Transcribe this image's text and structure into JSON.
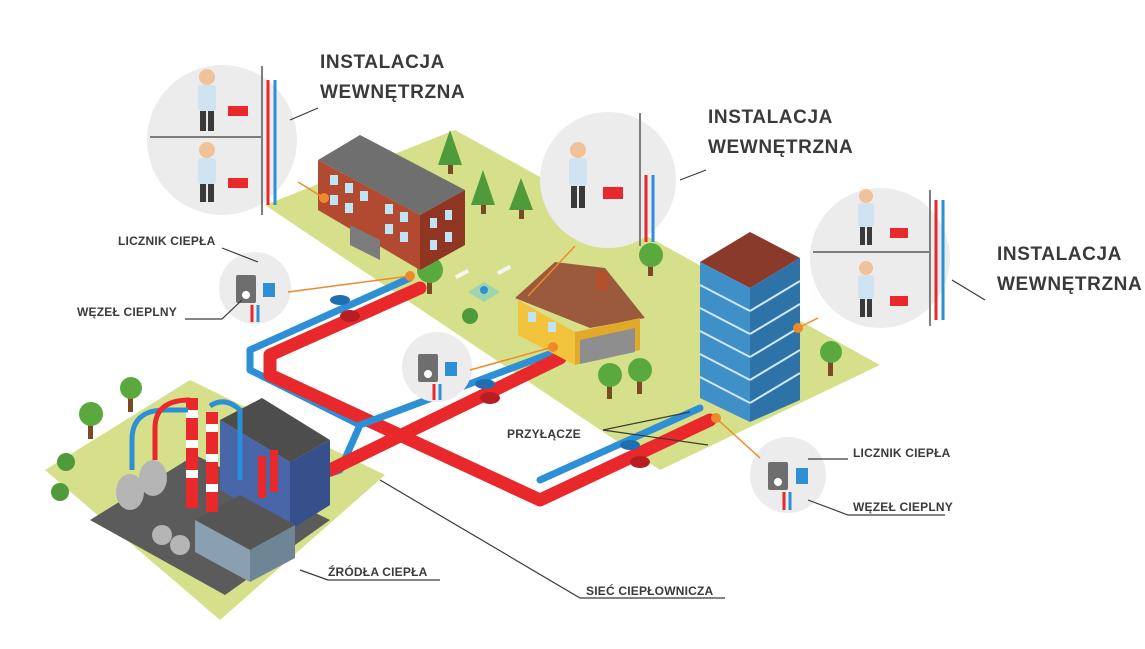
{
  "labels": {
    "instalacja_1": {
      "line1": "INSTALACJA",
      "line2": "WEWNĘTRZNA"
    },
    "instalacja_2": {
      "line1": "INSTALACJA",
      "line2": "WEWNĘTRZNA"
    },
    "instalacja_3": {
      "line1": "INSTALACJA",
      "line2": "WEWNĘTRZNA"
    },
    "licznik_left": "LICZNIK CIEPŁA",
    "wezel_left": "WĘZEŁ CIEPLNY",
    "licznik_right": "LICZNIK CIEPŁA",
    "wezel_right": "WĘZEŁ CIEPLNY",
    "przylacze": "PRZYŁĄCZE",
    "zrodla": "ŹRÓDŁA CIEPŁA",
    "siec": "SIEĆ CIEPŁOWNICZA"
  },
  "colors": {
    "grass": "#d6e08a",
    "hot_pipe": "#e8282b",
    "cold_pipe": "#2d8fd5",
    "callout_line": "#ef8a2a",
    "circle_bg": "#ececec",
    "label_text": "#3a3a3a"
  }
}
